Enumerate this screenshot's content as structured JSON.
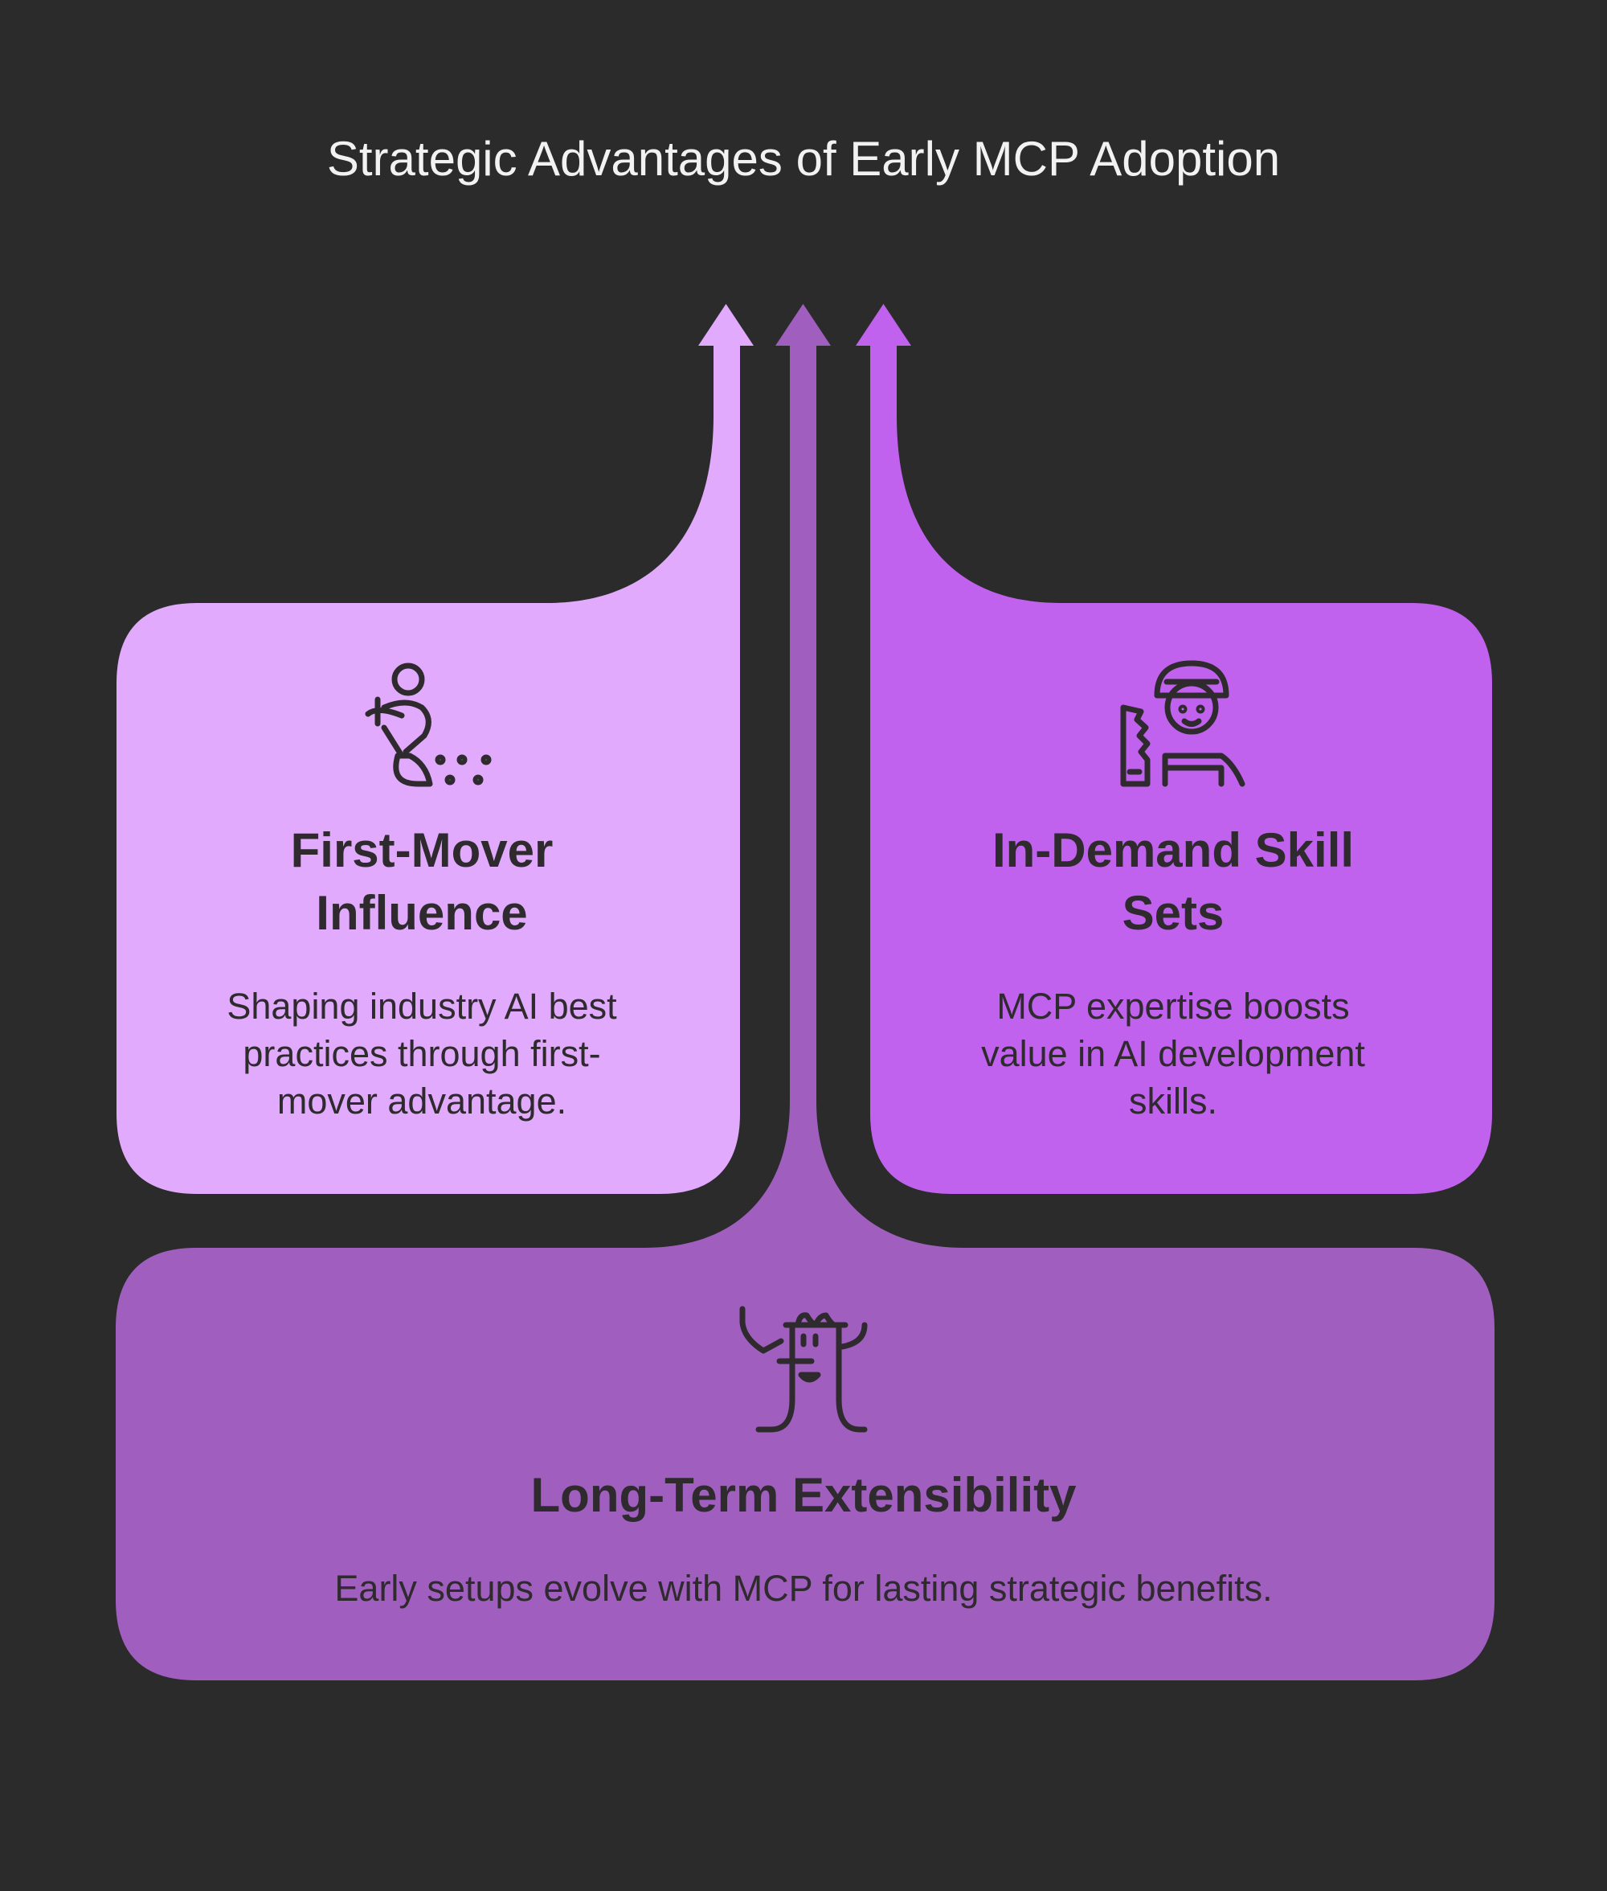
{
  "title": "Strategic Advantages of Early MCP Adoption",
  "colors": {
    "background": "#2b2b2b",
    "first_mover": "#e2aafd",
    "in_demand": "#c162ee",
    "long_term": "#a05fbf",
    "text": "#2e2a2e"
  },
  "cards": {
    "first_mover": {
      "icon": "sweeping-person-icon",
      "heading_lines": [
        "First-Mover",
        "Influence"
      ],
      "body_lines": [
        "Shaping industry AI best",
        "practices through first-",
        "mover advantage."
      ]
    },
    "in_demand": {
      "icon": "worker-with-saw-icon",
      "heading_lines": [
        "In-Demand Skill",
        "Sets"
      ],
      "body_lines": [
        "MCP expertise boosts",
        "value in AI development",
        "skills."
      ]
    },
    "long_term": {
      "icon": "tree-character-icon",
      "heading": "Long-Term Extensibility",
      "body": "Early setups evolve with MCP for lasting strategic benefits."
    }
  }
}
